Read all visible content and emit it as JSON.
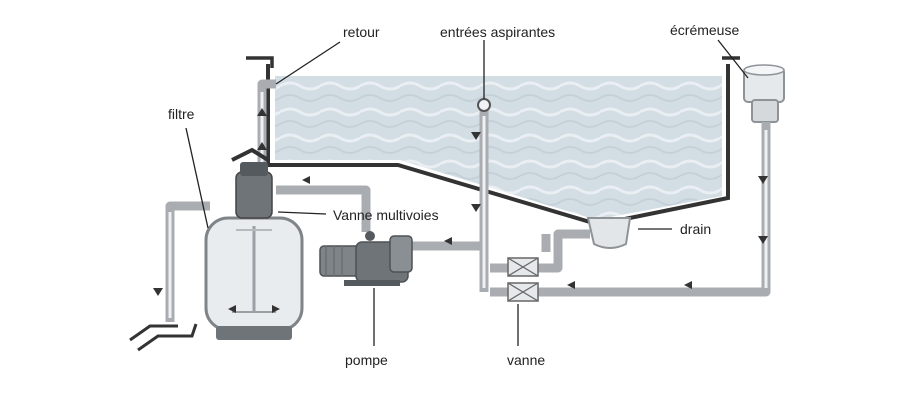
{
  "labels": {
    "retour": "retour",
    "entrees_aspirantes": "entrées aspirantes",
    "ecremeuse": "écrémeuse",
    "filtre": "filtre",
    "vanne_multivoies": "Vanne multivoies",
    "drain": "drain",
    "pompe": "pompe",
    "vanne": "vanne"
  },
  "colors": {
    "water": "#d3dde4",
    "pool_wall": "#333333",
    "pipe": "#a9adb1",
    "equipment": "#7f8489",
    "filter_tank": "#e9ecee"
  }
}
